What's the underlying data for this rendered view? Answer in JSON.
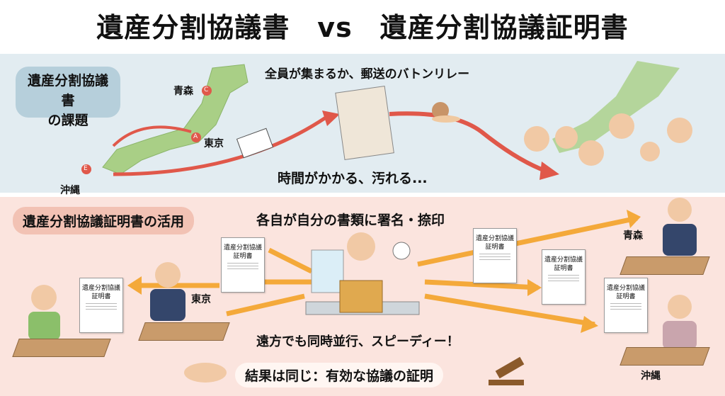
{
  "title": "遺産分割協議書　vs　遺産分割協議証明書",
  "top_panel": {
    "heading_line1": "遺産分割協議書",
    "heading_line2": "の課題",
    "caption_top": "全員が集まるか、郵送のバトンリレー",
    "caption_bottom": "時間がかかる、汚れる...",
    "places": {
      "aomori": "青森",
      "tokyo": "東京",
      "okinawa": "沖縄"
    },
    "pins": {
      "aomori": "C",
      "tokyo": "A",
      "okinawa": "E"
    }
  },
  "bottom_panel": {
    "heading": "遺産分割協議証明書の活用",
    "caption_top": "各自が自分の書類に署名・捺印",
    "caption_middle": "遠方でも同時並行、スピーディー！",
    "result": "結果は同じ：有効な協議の証明",
    "doc_label_1": "遺産分割協議",
    "doc_label_2": "証明書",
    "places": {
      "tokyo": "東京",
      "aomori": "青森",
      "okinawa": "沖縄"
    }
  },
  "colors": {
    "top_bg": "#e2ecf1",
    "bottom_bg": "#fbe4de",
    "red_arrow": "#e0584a",
    "orange_arrow": "#f4a93a",
    "map_green": "#a9cf86"
  }
}
